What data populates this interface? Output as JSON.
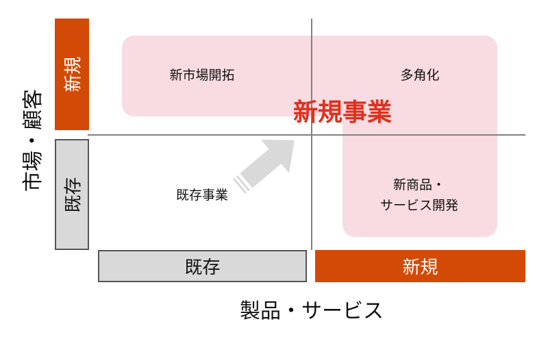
{
  "axes": {
    "y_label": "市場・顧客",
    "x_label": "製品・サービス"
  },
  "y_categories": {
    "new": "新規",
    "existing": "既存"
  },
  "x_categories": {
    "existing": "既存",
    "new": "新規"
  },
  "quadrants": {
    "market_development": "新市場開拓",
    "diversification": "多角化",
    "existing_business": "既存事業",
    "product_development_line1": "新商品・",
    "product_development_line2": "サービス開発"
  },
  "highlight_label": "新規事業",
  "colors": {
    "accent": "#d24a05",
    "highlight_text": "#e0301e",
    "highlight_area": "#f9dce1",
    "neutral": "#d9d9d9"
  }
}
